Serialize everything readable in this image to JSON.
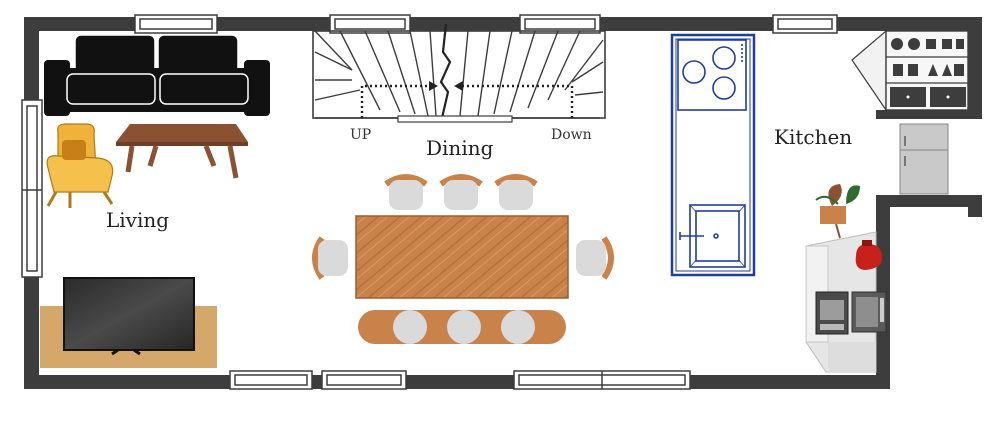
{
  "rooms": {
    "living": "Living",
    "dining": "Dining",
    "kitchen": "Kitchen"
  },
  "stairs": {
    "up_label": "UP",
    "down_label": "Down"
  },
  "colors": {
    "wall": "#3d3d3d",
    "wood": "#c8824a",
    "wood_dark": "#8a5233",
    "rug": "#d4a86a",
    "chair_yellow": "#f0b33a",
    "sofa": "#111111",
    "tv": "#333333",
    "kitchen_outline": "#1f3f9c",
    "appliance_grey": "#c9c9c9",
    "accent_red": "#c8211c"
  },
  "icons": {
    "sofa": "sofa-icon",
    "armchair": "armchair-icon",
    "coffee_table": "coffee-table-icon",
    "tv": "tv-icon",
    "dining_table": "dining-table-icon",
    "cooktop": "cooktop-icon",
    "sink": "sink-icon",
    "fridge": "fridge-icon",
    "microwave": "microwave-icon",
    "plant": "plant-icon",
    "kettle": "kettle-icon"
  }
}
